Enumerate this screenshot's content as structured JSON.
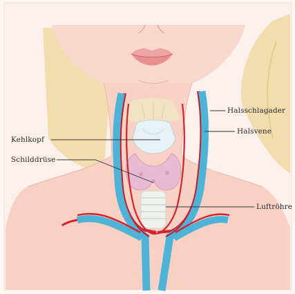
{
  "labels": {
    "carotid": "Halsschlagader",
    "jugular": "Halsvene",
    "larynx": "Kehlkopf",
    "thyroid": "Schilddrüse",
    "trachea": "Luftröhre"
  },
  "colors": {
    "background": "#fdf6f2",
    "skin": "#f8d4c8",
    "hair": "#f3dcae",
    "vein": "#4fb3d8",
    "artery": "#d3232e",
    "thyroid": "#e7bcd0",
    "larynx": "#e8f1f5",
    "trachea": "#eef1ec"
  }
}
